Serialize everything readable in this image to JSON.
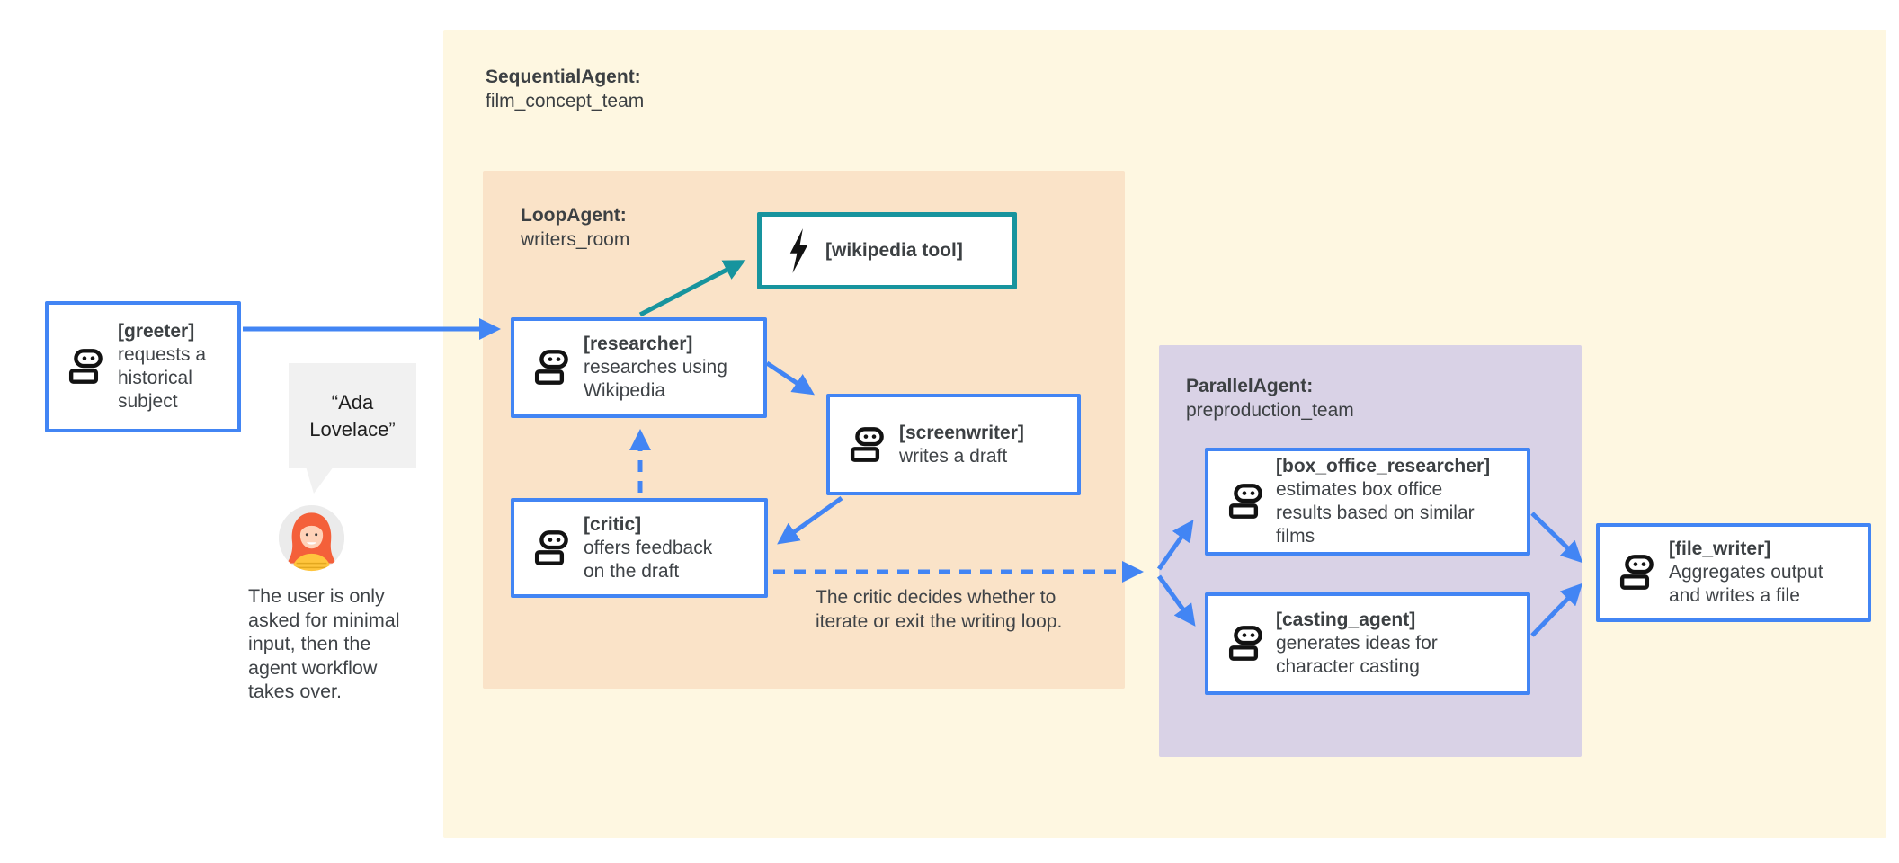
{
  "colors": {
    "blue": "#4285F4",
    "teal": "#17949E",
    "canvas_bg": "#FFFFFF",
    "sequential_bg": "#FEF7E1",
    "loop_bg": "#FAE3C8",
    "parallel_bg": "#D9D2E6",
    "text": "#3C4043",
    "bubble_bg": "#F1F1F1"
  },
  "groups": {
    "sequential": {
      "type": "SequentialAgent:",
      "name": "film_concept_team"
    },
    "loop": {
      "type": "LoopAgent:",
      "name": "writers_room"
    },
    "parallel": {
      "type": "ParallelAgent:",
      "name": "preproduction_team"
    }
  },
  "nodes": {
    "greeter": {
      "title": "[greeter]",
      "desc": "requests a\nhistorical\nsubject",
      "icon": "robot-icon"
    },
    "researcher": {
      "title": "[researcher]",
      "desc": "researches using\nWikipedia",
      "icon": "robot-icon"
    },
    "wikipedia_tool": {
      "title": "[wikipedia tool]",
      "icon": "lightning-bolt-icon"
    },
    "screenwriter": {
      "title": "[screenwriter]",
      "desc": "writes a draft",
      "icon": "robot-icon"
    },
    "critic": {
      "title": "[critic]",
      "desc": "offers feedback\non the draft",
      "icon": "robot-icon"
    },
    "box_office_researcher": {
      "title": "[box_office_researcher]",
      "desc": "estimates box office\nresults based on similar\nfilms",
      "icon": "robot-icon"
    },
    "casting_agent": {
      "title": "[casting_agent]",
      "desc": "generates ideas for\ncharacter casting",
      "icon": "robot-icon"
    },
    "file_writer": {
      "title": "[file_writer]",
      "desc": "Aggregates output\nand writes a file",
      "icon": "robot-icon"
    }
  },
  "annotations": {
    "user_quote": "“Ada\nLovelace”",
    "user_note": "The user is only\nasked for minimal\ninput, then the\nagent workflow\ntakes over.",
    "loop_note": "The critic decides whether to\niterate or exit the writing loop.",
    "avatar": "user-avatar"
  }
}
